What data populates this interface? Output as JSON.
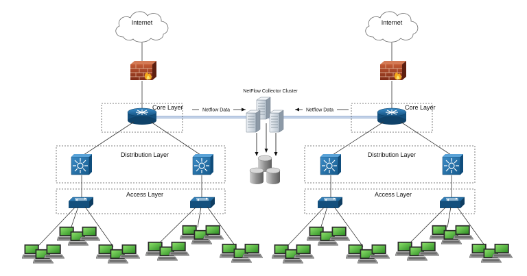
{
  "left_site": {
    "cloud_label": "Internet",
    "core_label": "Core Layer",
    "distribution_label": "Distribution Layer",
    "access_label": "Access Layer"
  },
  "right_site": {
    "cloud_label": "Internet",
    "core_label": "Core Layer",
    "distribution_label": "Distribution Layer",
    "access_label": "Access Layer"
  },
  "collector": {
    "title": "NetFlow Collector Cluster",
    "flow_left": "Netflow Data",
    "flow_right": "Netflow Data"
  },
  "icons": {
    "cloud": "cloud-icon",
    "firewall": "firewall-icon",
    "router": "router-icon",
    "l3_switch": "layer3-switch-icon",
    "access_switch": "access-switch-icon",
    "laptop": "laptop-icon",
    "server": "server-icon",
    "database": "database-icon"
  },
  "colors": {
    "device_blue": "#1f6fa6",
    "firewall_red": "#a33a22",
    "laptop_screen": "#5fc24a",
    "backbone": "#9fb7d6"
  }
}
